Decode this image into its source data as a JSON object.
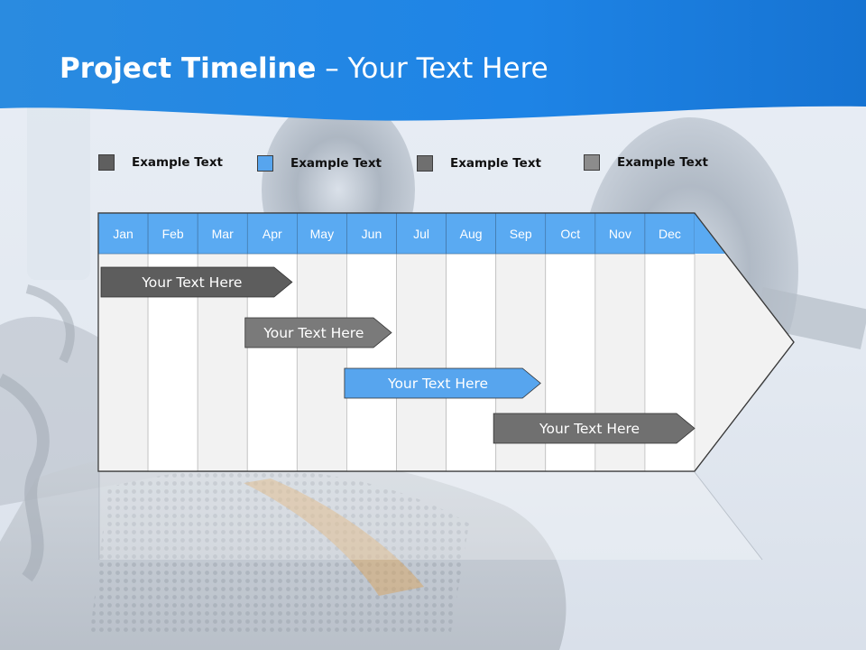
{
  "slide": {
    "title_main": "Project Timeline",
    "title_rest": " – Your Text Here"
  },
  "legend": [
    {
      "label": "Example Text",
      "color": "#5f5f5f"
    },
    {
      "label": "Example Text",
      "color": "#57a5ee"
    },
    {
      "label": "Example Text",
      "color": "#6f6f6f"
    },
    {
      "label": "Example Text",
      "color": "#8c8c8c"
    }
  ],
  "months": [
    "Jan",
    "Feb",
    "Mar",
    "Apr",
    "May",
    "Jun",
    "Jul",
    "Aug",
    "Sep",
    "Oct",
    "Nov",
    "Dec"
  ],
  "tasks": [
    {
      "label": "Your  Text Here",
      "start_month": 0.0,
      "end_month": 3.9,
      "color": "#5d5d5d"
    },
    {
      "label": "Your  Text Here",
      "start_month": 2.9,
      "end_month": 5.9,
      "color": "#7a7a7a"
    },
    {
      "label": "Your  Text Here",
      "start_month": 4.9,
      "end_month": 8.9,
      "color": "#57a5ee"
    },
    {
      "label": "Your  Text Here",
      "start_month": 7.9,
      "end_month": 12.0,
      "color": "#707070"
    }
  ],
  "colors": {
    "header_blue": "#1d7fdc",
    "month_header": "#5aaaf2",
    "grid_shaded": "#f2f2f2",
    "grid_white": "#ffffff",
    "grid_line": "#bdbdbd"
  }
}
